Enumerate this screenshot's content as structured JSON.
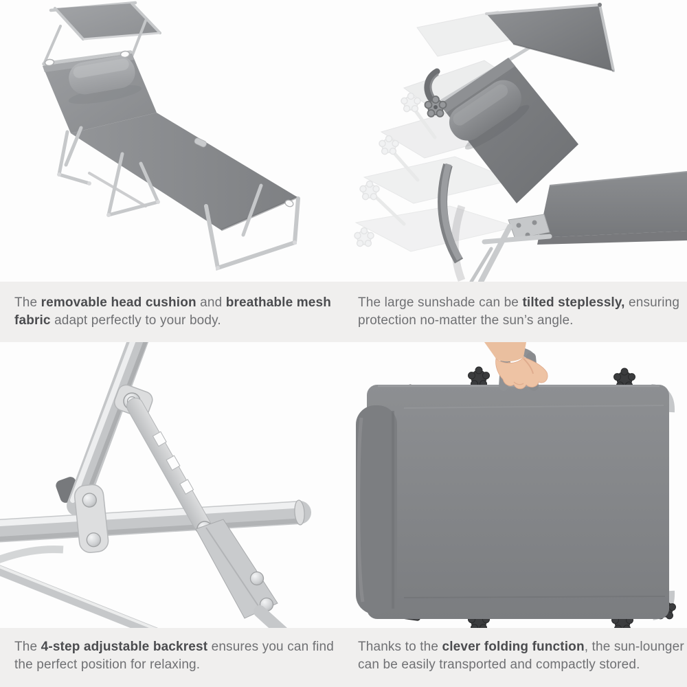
{
  "page": {
    "background": "#fdfdfd",
    "band_color": "#f0efee",
    "text_regular_color": "#6f7073",
    "text_bold_color": "#4b4c4f",
    "fabric_gray": "#85878a",
    "frame_silver": "#c6c8ca",
    "knob_black": "#3b3c3e",
    "skin_tone": "#eec3a4"
  },
  "captions": [
    {
      "id": "head-cushion",
      "lines": [
        [
          {
            "t": "The "
          },
          {
            "t": "removable head cushion",
            "b": 1
          },
          {
            "t": " and "
          },
          {
            "t": "breathable mesh",
            "b": 1
          }
        ],
        [
          {
            "t": "fabric",
            "b": 1
          },
          {
            "t": " adapt perfectly to your body."
          }
        ]
      ]
    },
    {
      "id": "sunshade-tilt",
      "lines": [
        [
          {
            "t": "The large sunshade can be "
          },
          {
            "t": "tilted steplessly,",
            "b": 1
          },
          {
            "t": " ensuring"
          }
        ],
        [
          {
            "t": "protection no-matter the sun’s angle."
          }
        ]
      ]
    },
    {
      "id": "adjustable-backrest",
      "lines": [
        [
          {
            "t": "The "
          },
          {
            "t": "4-step adjustable backrest",
            "b": 1
          },
          {
            "t": " ensures you can find"
          }
        ],
        [
          {
            "t": "the perfect position for relaxing."
          }
        ]
      ]
    },
    {
      "id": "folding-function",
      "lines": [
        [
          {
            "t": "Thanks to the "
          },
          {
            "t": "clever folding function",
            "b": 1
          },
          {
            "t": ", the sun-lounger"
          }
        ],
        [
          {
            "t": "can be easily transported and compactly stored."
          }
        ]
      ]
    }
  ]
}
